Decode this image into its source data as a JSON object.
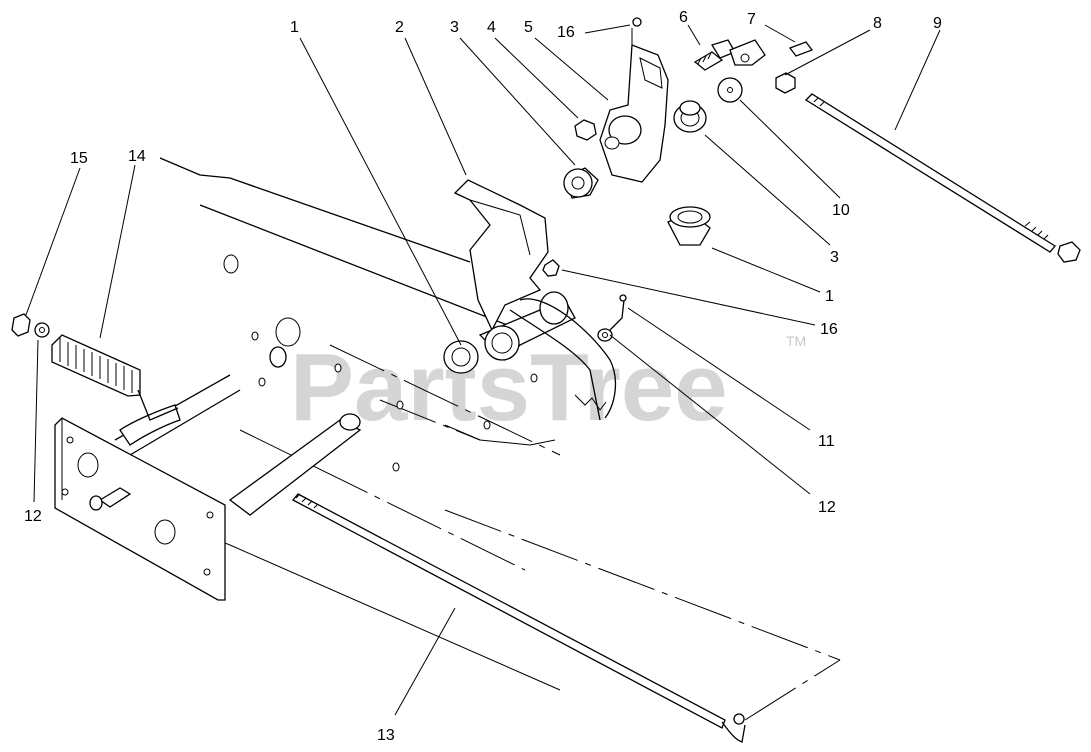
{
  "watermark": {
    "text": "PartsTree",
    "trademark": "TM"
  },
  "callouts": [
    {
      "id": "c1a",
      "text": "1"
    },
    {
      "id": "c2",
      "text": "2"
    },
    {
      "id": "c3a",
      "text": "3"
    },
    {
      "id": "c4",
      "text": "4"
    },
    {
      "id": "c5",
      "text": "5"
    },
    {
      "id": "c16a",
      "text": "16"
    },
    {
      "id": "c6",
      "text": "6"
    },
    {
      "id": "c7",
      "text": "7"
    },
    {
      "id": "c8",
      "text": "8"
    },
    {
      "id": "c9",
      "text": "9"
    },
    {
      "id": "c10",
      "text": "10"
    },
    {
      "id": "c3b",
      "text": "3"
    },
    {
      "id": "c1b",
      "text": "1"
    },
    {
      "id": "c16b",
      "text": "16"
    },
    {
      "id": "c11",
      "text": "11"
    },
    {
      "id": "c12b",
      "text": "12"
    },
    {
      "id": "c15",
      "text": "15"
    },
    {
      "id": "c14",
      "text": "14"
    },
    {
      "id": "c12a",
      "text": "12"
    },
    {
      "id": "c13",
      "text": "13"
    }
  ]
}
